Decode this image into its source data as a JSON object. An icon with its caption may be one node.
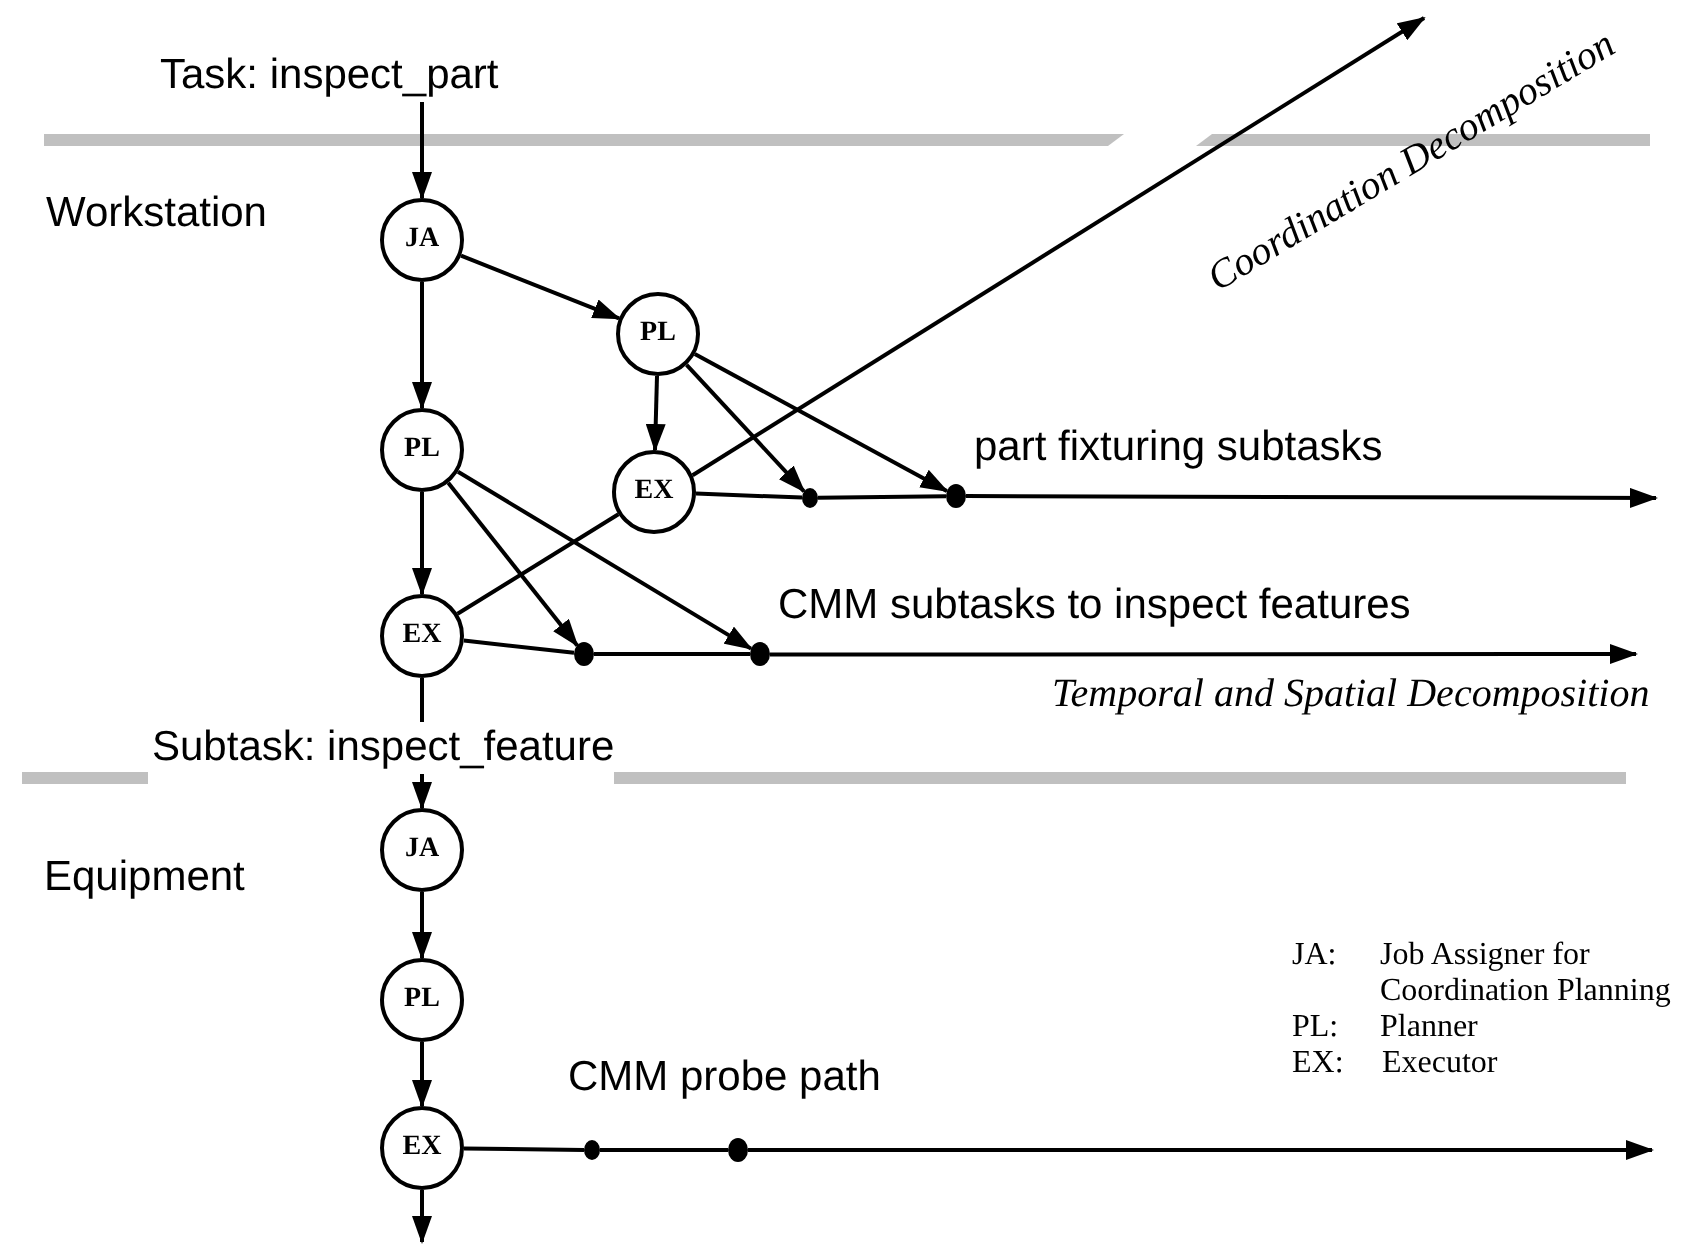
{
  "diagram": {
    "nodes": [
      {
        "text": [
          "Task: inspect_part"
        ]
      },
      {
        "text": [
          "JA"
        ]
      },
      {
        "text": [
          "PL"
        ]
      },
      {
        "text": [
          "PL"
        ]
      },
      {
        "text": [
          "EX"
        ]
      },
      {
        "text": [
          "EX"
        ]
      },
      {
        "text": [],
        "shape": "circle"
      },
      {
        "text": [],
        "shape": "circle"
      },
      {
        "text": [],
        "shape": "circle"
      },
      {
        "text": [],
        "shape": "circle"
      },
      {
        "text": [
          "Subtask: inspect_feature"
        ]
      },
      {
        "text": [
          "JA"
        ]
      },
      {
        "text": [
          "PL"
        ]
      },
      {
        "text": [
          "EX"
        ]
      },
      {
        "text": [],
        "shape": "circle"
      },
      {
        "text": [],
        "shape": "circle"
      },
      {
        "text": [
          "Coordination Decomposition"
        ]
      },
      {
        "text": [
          "Temporal and Spatial Decomposition"
        ]
      }
    ],
    "edges": [
      {
        "from": 0,
        "to": 1,
        "arrow": "to"
      },
      {
        "from": 1,
        "to": 2,
        "arrow": "to"
      },
      {
        "from": 1,
        "to": 3,
        "arrow": "to"
      },
      {
        "from": 2,
        "to": 4,
        "arrow": "to"
      },
      {
        "from": 2,
        "to": 6,
        "arrow": "to"
      },
      {
        "from": 2,
        "to": 7,
        "arrow": "to"
      },
      {
        "from": 3,
        "to": 5,
        "arrow": "to"
      },
      {
        "from": 3,
        "to": 8,
        "arrow": "to"
      },
      {
        "from": 3,
        "to": 9,
        "arrow": "to"
      },
      {
        "from": 4,
        "to": 6,
        "arrow": "none"
      },
      {
        "from": 6,
        "to": 7,
        "arrow": "none"
      },
      {
        "from": 7,
        "to": null,
        "arrow": "to"
      },
      {
        "from": 5,
        "to": 8,
        "arrow": "none"
      },
      {
        "from": 8,
        "to": 9,
        "arrow": "none"
      },
      {
        "from": 9,
        "to": 17,
        "arrow": "to"
      },
      {
        "from": 5,
        "to": 4,
        "arrow": "none"
      },
      {
        "from": 4,
        "to": 16,
        "arrow": "to"
      },
      {
        "from": 5,
        "to": 10,
        "arrow": "none"
      },
      {
        "from": 10,
        "to": 11,
        "arrow": "to"
      },
      {
        "from": 11,
        "to": 12,
        "arrow": "to"
      },
      {
        "from": 12,
        "to": 13,
        "arrow": "to"
      },
      {
        "from": 13,
        "to": null,
        "arrow": "to"
      },
      {
        "from": 13,
        "to": 14,
        "arrow": "none"
      },
      {
        "from": 14,
        "to": 15,
        "arrow": "none"
      },
      {
        "from": 15,
        "to": null,
        "arrow": "to"
      }
    ],
    "labels": [
      "Workstation",
      "part fixturing subtasks",
      "CMM subtasks to inspect features",
      "Equipment",
      "JA:",
      "Job Assigner for Coordination Planning",
      "PL:",
      "Planner",
      "EX:",
      "Executor",
      "CMM probe path"
    ]
  }
}
